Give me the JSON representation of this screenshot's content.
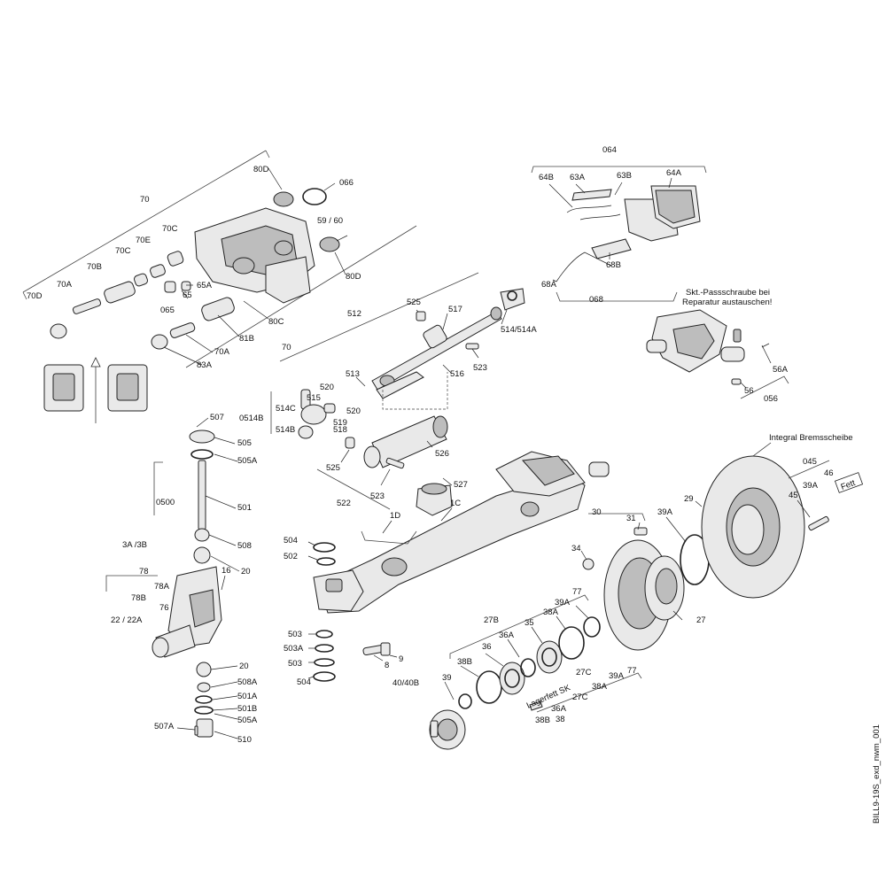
{
  "drawing_id": "BILL9-19S_exd_nwm_001",
  "notes": {
    "screw_note_line1": "Skt.-Passschraube bei",
    "screw_note_line2": "Reparatur austauschen!",
    "disc_title": "Integral Bremsscheibe",
    "grease_label": "Lagerfett SK",
    "grease_box": "Fett"
  },
  "callouts": {
    "p70": "70",
    "p80d_top": "80D",
    "p066": "066",
    "p59_60": "59 / 60",
    "p70c_a": "70C",
    "p70e": "70E",
    "p70c_b": "70C",
    "p70b": "70B",
    "p70a_a": "70A",
    "p70d": "70D",
    "p65a": "65A",
    "p65": "65",
    "p065": "065",
    "p80d_b": "80D",
    "p80c": "80C",
    "p81b": "81B",
    "p70a_b": "70A",
    "p83a": "83A",
    "p70_bottom": "70",
    "p064": "064",
    "p64b": "64B",
    "p63a": "63A",
    "p63b": "63B",
    "p64a": "64A",
    "p68b": "68B",
    "p68a": "68A",
    "p068": "068",
    "p56a": "56A",
    "p56": "56",
    "p056": "056",
    "p512": "512",
    "p525_a": "525",
    "p517": "517",
    "p514_514a": "514/514A",
    "p523_a": "523",
    "p516": "516",
    "p513": "513",
    "p520_a": "520",
    "p515": "515",
    "p514c": "514C",
    "p0514b": "0514B",
    "p520_b": "520",
    "p519": "519",
    "p514b": "514B",
    "p518": "518",
    "p526": "526",
    "p525_b": "525",
    "p523_b": "523",
    "p527": "527",
    "p522": "522",
    "p1d": "1D",
    "p1c": "1C",
    "p507": "507",
    "p505": "505",
    "p505a": "505A",
    "p501": "501",
    "p0500": "0500",
    "p508": "508",
    "p3a_3b": "3A /3B",
    "p20_a": "20",
    "p16": "16",
    "p78": "78",
    "p78a": "78A",
    "p78b": "78B",
    "p76": "76",
    "p22_22a": "22 / 22A",
    "p20_b": "20",
    "p508a": "508A",
    "p501a": "501A",
    "p501b": "501B",
    "p505a_b": "505A",
    "p507a": "507A",
    "p510": "510",
    "p504_a": "504",
    "p502": "502",
    "p503": "503",
    "p503a": "503A",
    "p503_b": "503",
    "p504_b": "504",
    "p8": "8",
    "p9": "9",
    "p40_40b": "40/40B",
    "p39": "39",
    "p38b": "38B",
    "p36": "36",
    "p27b": "27B",
    "p36a": "36A",
    "p35": "35",
    "p38a": "38A",
    "p39a": "39A",
    "p77": "77",
    "p27c": "27C",
    "p38a_b": "38A",
    "p39a_b": "39A",
    "p77_b": "77",
    "p36a_b": "36A",
    "p27c_b": "27C",
    "p38b_b": "38B",
    "p38": "38",
    "p30": "30",
    "p31": "31",
    "p34": "34",
    "p39a_c": "39A",
    "p29": "29",
    "p27": "27",
    "p045": "045",
    "p46": "46",
    "p39a_d": "39A",
    "p45": "45"
  },
  "icons": {
    "arrow": "up-arrow-icon",
    "caliper_views": "caliper-thumbnail-icon"
  }
}
